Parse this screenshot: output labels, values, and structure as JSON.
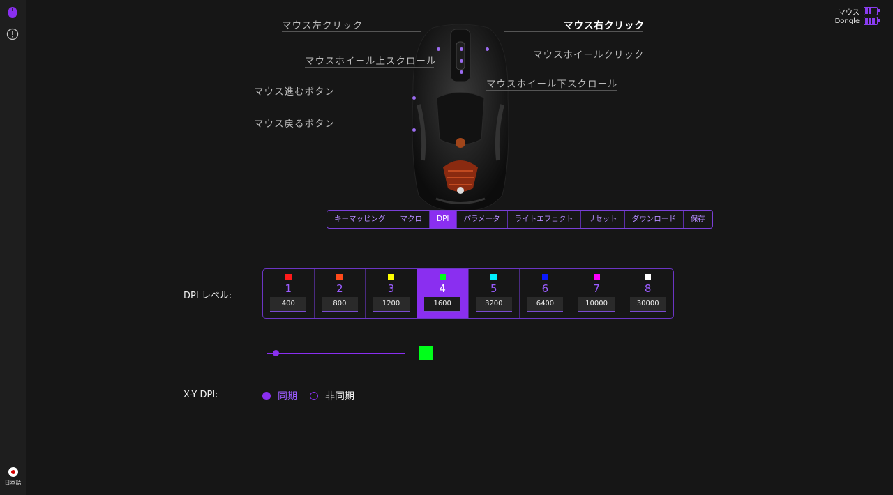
{
  "status": {
    "mouse_label": "マウス",
    "dongle_label": "Dongle"
  },
  "language": {
    "label": "日本語"
  },
  "annotations": {
    "left_click": "マウス左クリック",
    "right_click": "マウス右クリック",
    "wheel_up": "マウスホイール上スクロール",
    "wheel_click": "マウスホイールクリック",
    "wheel_down": "マウスホイール下スクロール",
    "forward": "マウス進むボタン",
    "back": "マウス戻るボタン"
  },
  "tabs": [
    "キーマッピング",
    "マクロ",
    "DPI",
    "パラメータ",
    "ライトエフェクト",
    "リセット",
    "ダウンロード",
    "保存"
  ],
  "active_tab": "DPI",
  "dpi": {
    "label": "DPI レベル:",
    "active_level": 4,
    "levels": [
      {
        "num": "1",
        "value": "400",
        "color": "#ff1a1a"
      },
      {
        "num": "2",
        "value": "800",
        "color": "#ff4a1a"
      },
      {
        "num": "3",
        "value": "1200",
        "color": "#ffff00"
      },
      {
        "num": "4",
        "value": "1600",
        "color": "#00ff1a"
      },
      {
        "num": "5",
        "value": "3200",
        "color": "#00f0ff"
      },
      {
        "num": "6",
        "value": "6400",
        "color": "#0a1aff"
      },
      {
        "num": "7",
        "value": "10000",
        "color": "#ff00ff"
      },
      {
        "num": "8",
        "value": "30000",
        "color": "#ffffff"
      }
    ],
    "selected_color": "#00ff1a",
    "slider_fraction": 0.04
  },
  "xy_dpi": {
    "label": "X-Y DPI:",
    "sync_label": "同期",
    "async_label": "非同期",
    "selected": "sync"
  },
  "accent_color": "#8a2ff0"
}
